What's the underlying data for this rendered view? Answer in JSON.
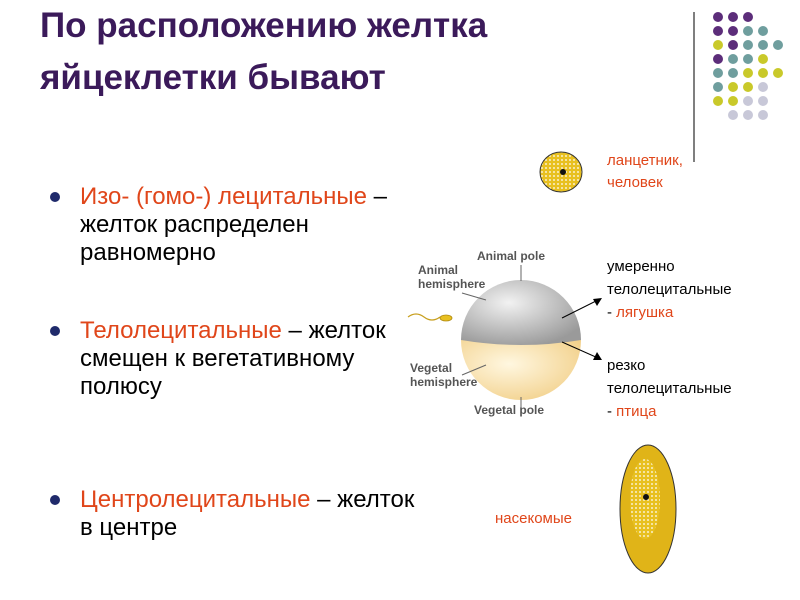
{
  "title": "По расположению желтка яйцеклетки бывают",
  "bullets": [
    {
      "term": "Изо- (гомо-) лецитальные",
      "rest": " – желток распределен равномерно"
    },
    {
      "term": "Телолецитальные",
      "rest": " – желток смещен к вегетативному полюсу"
    },
    {
      "term": "Центролецитальные",
      "rest": " – желток в центре"
    }
  ],
  "diagram": {
    "animal_pole": "Animal pole",
    "animal_hemisphere_1": "Animal",
    "animal_hemisphere_2": "hemisphere",
    "vegetal_hemisphere_1": "Vegetal",
    "vegetal_hemisphere_2": "hemisphere",
    "vegetal_pole": "Vegetal pole"
  },
  "labels": {
    "iso_1": "ланцетник,",
    "iso_2": "человек",
    "moderate_1": "умеренно",
    "moderate_2": "телолецитальные",
    "moderate_3a": "- ",
    "moderate_3b": "лягушка",
    "sharp_1": "резко",
    "sharp_2": "телолецитальные",
    "sharp_3a": "- ",
    "sharp_3b": "птица",
    "insects": "насекомые"
  },
  "colors": {
    "title": "#3b1a5a",
    "accent": "#e0461a",
    "yolk": "#e8c020",
    "purple": "#5c2d7a",
    "teal": "#6f9e9e",
    "olive": "#c9c92a",
    "lavender": "#c8c8d8"
  }
}
